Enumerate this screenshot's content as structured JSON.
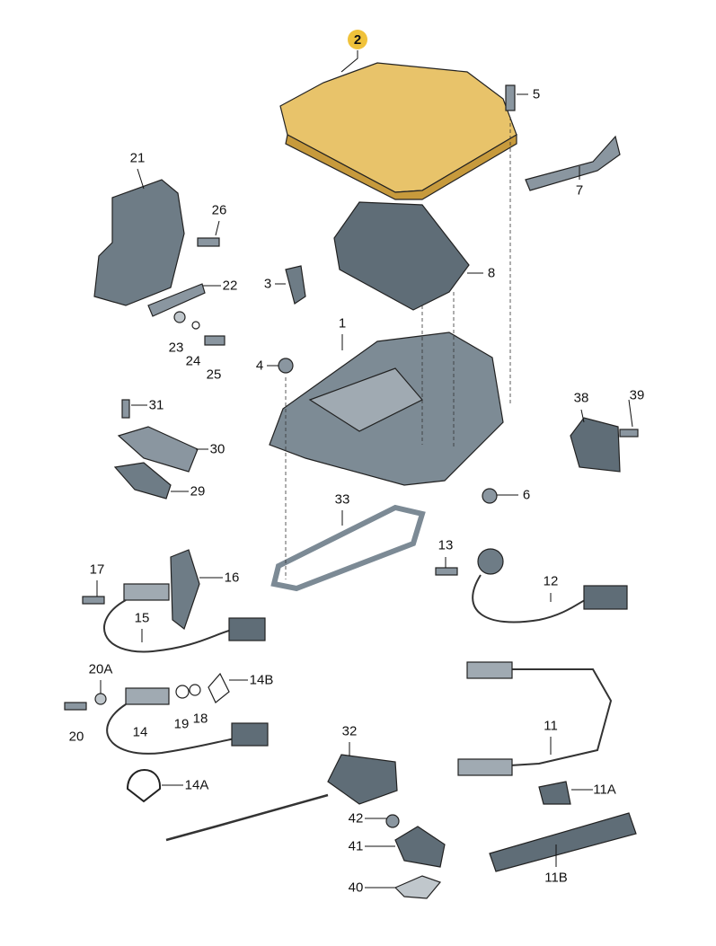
{
  "diagram": {
    "highlight_color": "#f0c23a",
    "part_color": "#6d7b86",
    "labels": {
      "p2": "2",
      "p5": "5",
      "p7": "7",
      "p21": "21",
      "p26": "26",
      "p22": "22",
      "p3": "3",
      "p8": "8",
      "p1": "1",
      "p23": "23",
      "p24": "24",
      "p25": "25",
      "p4": "4",
      "p31": "31",
      "p38": "38",
      "p39": "39",
      "p30": "30",
      "p29": "29",
      "p6": "6",
      "p33": "33",
      "p13": "13",
      "p17": "17",
      "p16": "16",
      "p12": "12",
      "p15": "15",
      "p20A": "20A",
      "p14B": "14B",
      "p19": "19",
      "p18": "18",
      "p14": "14",
      "p20": "20",
      "p11": "11",
      "p32": "32",
      "p14A": "14A",
      "p11A": "11A",
      "p42": "42",
      "p41": "41",
      "p11B": "11B",
      "p40": "40"
    }
  }
}
